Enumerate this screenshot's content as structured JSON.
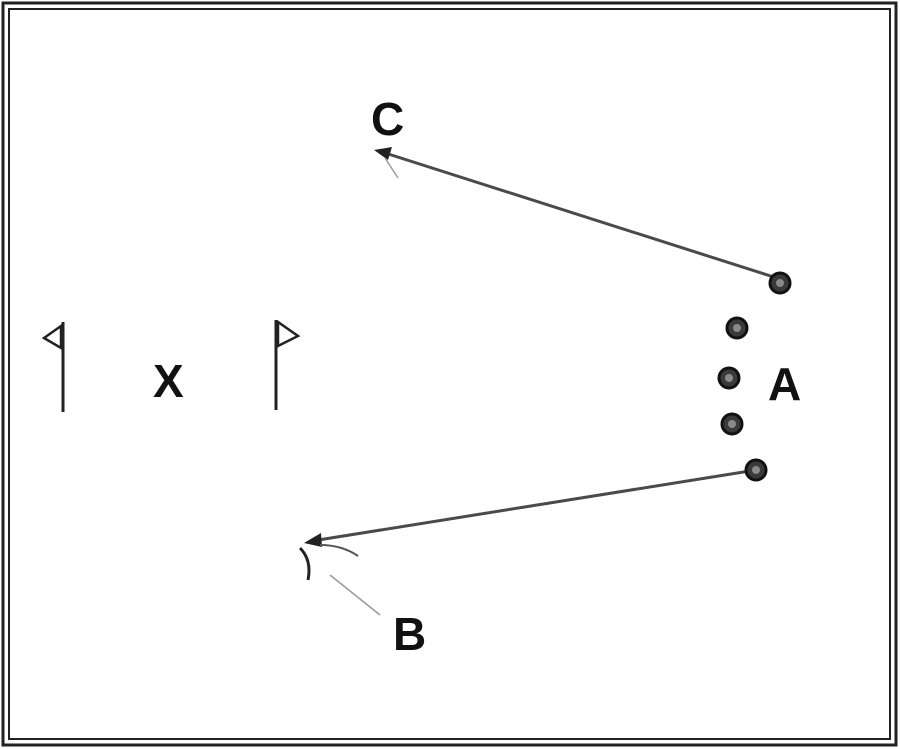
{
  "labels": {
    "a": "A",
    "b": "B",
    "c": "C",
    "x": "X"
  },
  "colors": {
    "background": "#ffffff",
    "border": "#222222",
    "line": "#4a4a4a",
    "cone_fill": "#3a3a3a"
  },
  "icons": {
    "cone": "training-cone-icon",
    "flag": "pole-flag-icon",
    "arrow": "arrowhead-icon"
  }
}
